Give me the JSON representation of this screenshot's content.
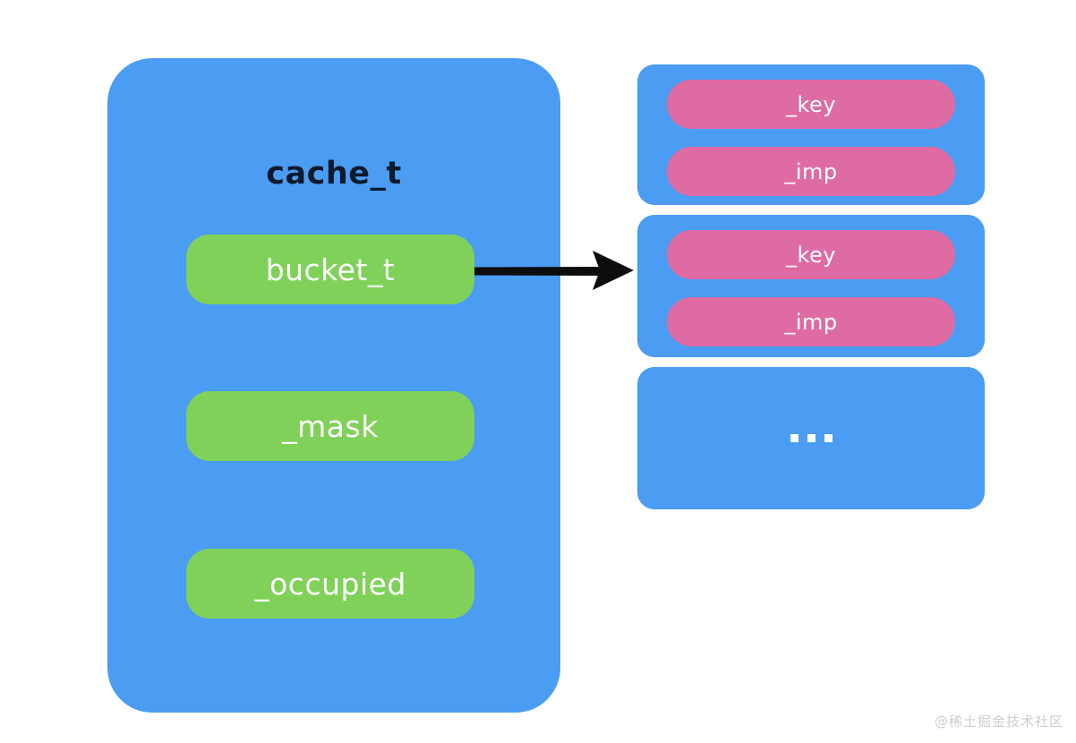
{
  "diagram": {
    "title": "cache_t structure diagram",
    "background_color": "#ffffff",
    "struct": {
      "name": "cache_t",
      "box_color": "#4b9cf3",
      "field_color": "#80d159",
      "fields": [
        {
          "label": "bucket_t"
        },
        {
          "label": "_mask"
        },
        {
          "label": "_occupied"
        }
      ]
    },
    "connector": {
      "icon": "arrow-right-icon",
      "color": "#0d0d0d",
      "from": "bucket_t",
      "to": "bucket-box-2"
    },
    "buckets": {
      "box_color": "#4b9cf3",
      "slot_color": "#df6ba4",
      "boxes": [
        {
          "slots": [
            {
              "label": "_key"
            },
            {
              "label": "_imp"
            }
          ]
        },
        {
          "slots": [
            {
              "label": "_key"
            },
            {
              "label": "_imp"
            }
          ]
        },
        {
          "ellipsis": "..."
        }
      ]
    },
    "watermark": {
      "text": "@稀土掘金技术社区",
      "color": "#cdcdcd"
    }
  }
}
